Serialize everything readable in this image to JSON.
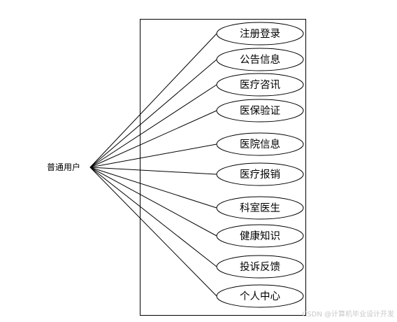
{
  "actor": {
    "label": "普通用户"
  },
  "use_cases": [
    {
      "label": "注册登录"
    },
    {
      "label": "公告信息"
    },
    {
      "label": "医疗咨讯"
    },
    {
      "label": "医保验证"
    },
    {
      "label": "医院信息"
    },
    {
      "label": "医疗报销"
    },
    {
      "label": "科室医生"
    },
    {
      "label": "健康知识"
    },
    {
      "label": "投诉反馈"
    },
    {
      "label": "个人中心"
    }
  ],
  "watermark": "CSDN @计算机毕业设计开发",
  "colors": {
    "stroke": "#000000",
    "background": "#ffffff",
    "watermark": "#c8c8c8"
  }
}
